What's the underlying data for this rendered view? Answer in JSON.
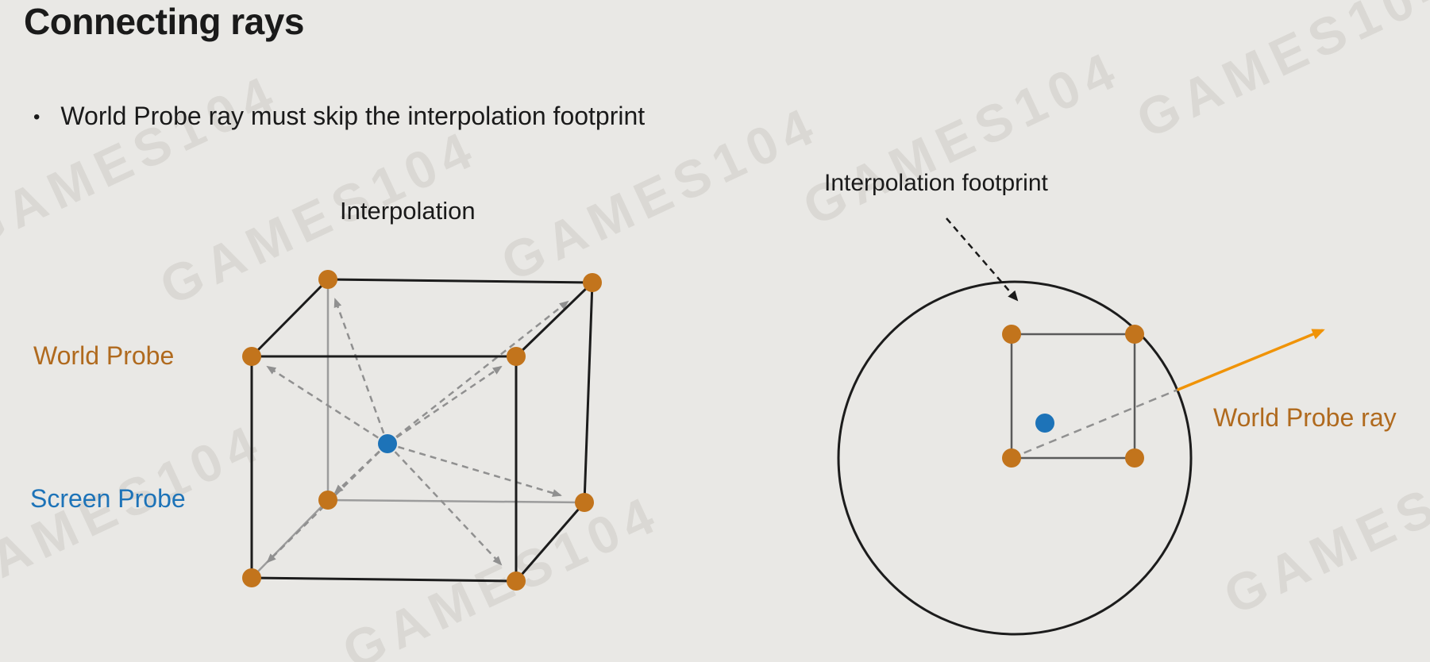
{
  "slide": {
    "title": "Connecting rays",
    "bullet_marker": "•",
    "bullet_text": "World Probe ray must skip the interpolation footprint"
  },
  "watermark": {
    "text": "GAMES104"
  },
  "left_figure": {
    "caption": "Interpolation",
    "world_probe_label": "World Probe",
    "screen_probe_label": "Screen Probe"
  },
  "right_figure": {
    "footprint_label": "Interpolation footprint",
    "ray_label": "World Probe ray"
  },
  "colors": {
    "background": "#e9e8e5",
    "text": "#1a1a1a",
    "orange": "#c2741c",
    "orange_label": "#b06a1e",
    "orange_arrow": "#f09307",
    "blue": "#1d73b8",
    "edge": "#1c1c1c",
    "edge_hidden": "#9c9c9c",
    "dash_gray": "#909090",
    "watermark": "#b5b2a9"
  }
}
